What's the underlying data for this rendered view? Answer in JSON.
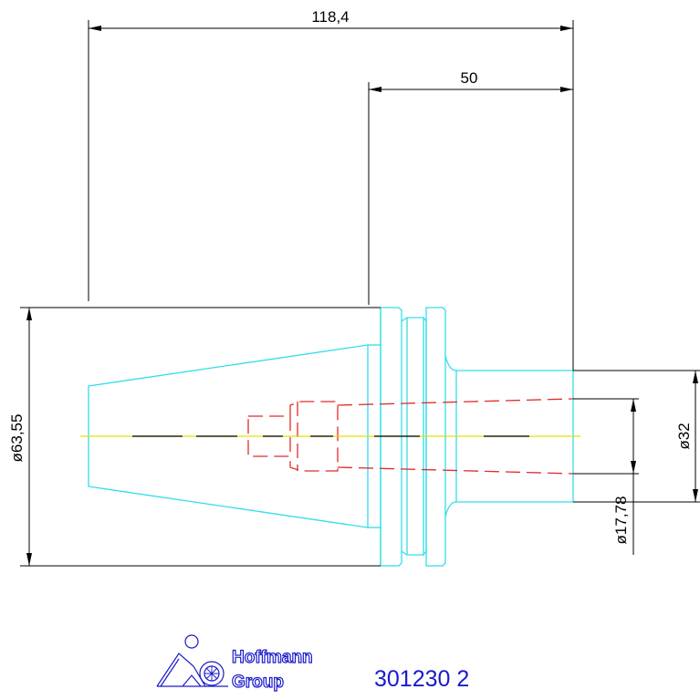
{
  "drawing": {
    "dimensions": {
      "overall_length": "118,4",
      "shank_length": "50",
      "flange_diameter": "ø63,55",
      "shank_diameter": "ø32",
      "bore_diameter": "ø17,78"
    },
    "colors": {
      "outline": "#33dde8",
      "hidden_lines": "#e22a2a",
      "centerline": "#e8e000",
      "dimension_lines": "#000000",
      "logo": "#1a1acc"
    }
  },
  "title_block": {
    "logo_line1": "Hoffmann",
    "logo_line2": "Group",
    "part_number": "301230 2"
  }
}
